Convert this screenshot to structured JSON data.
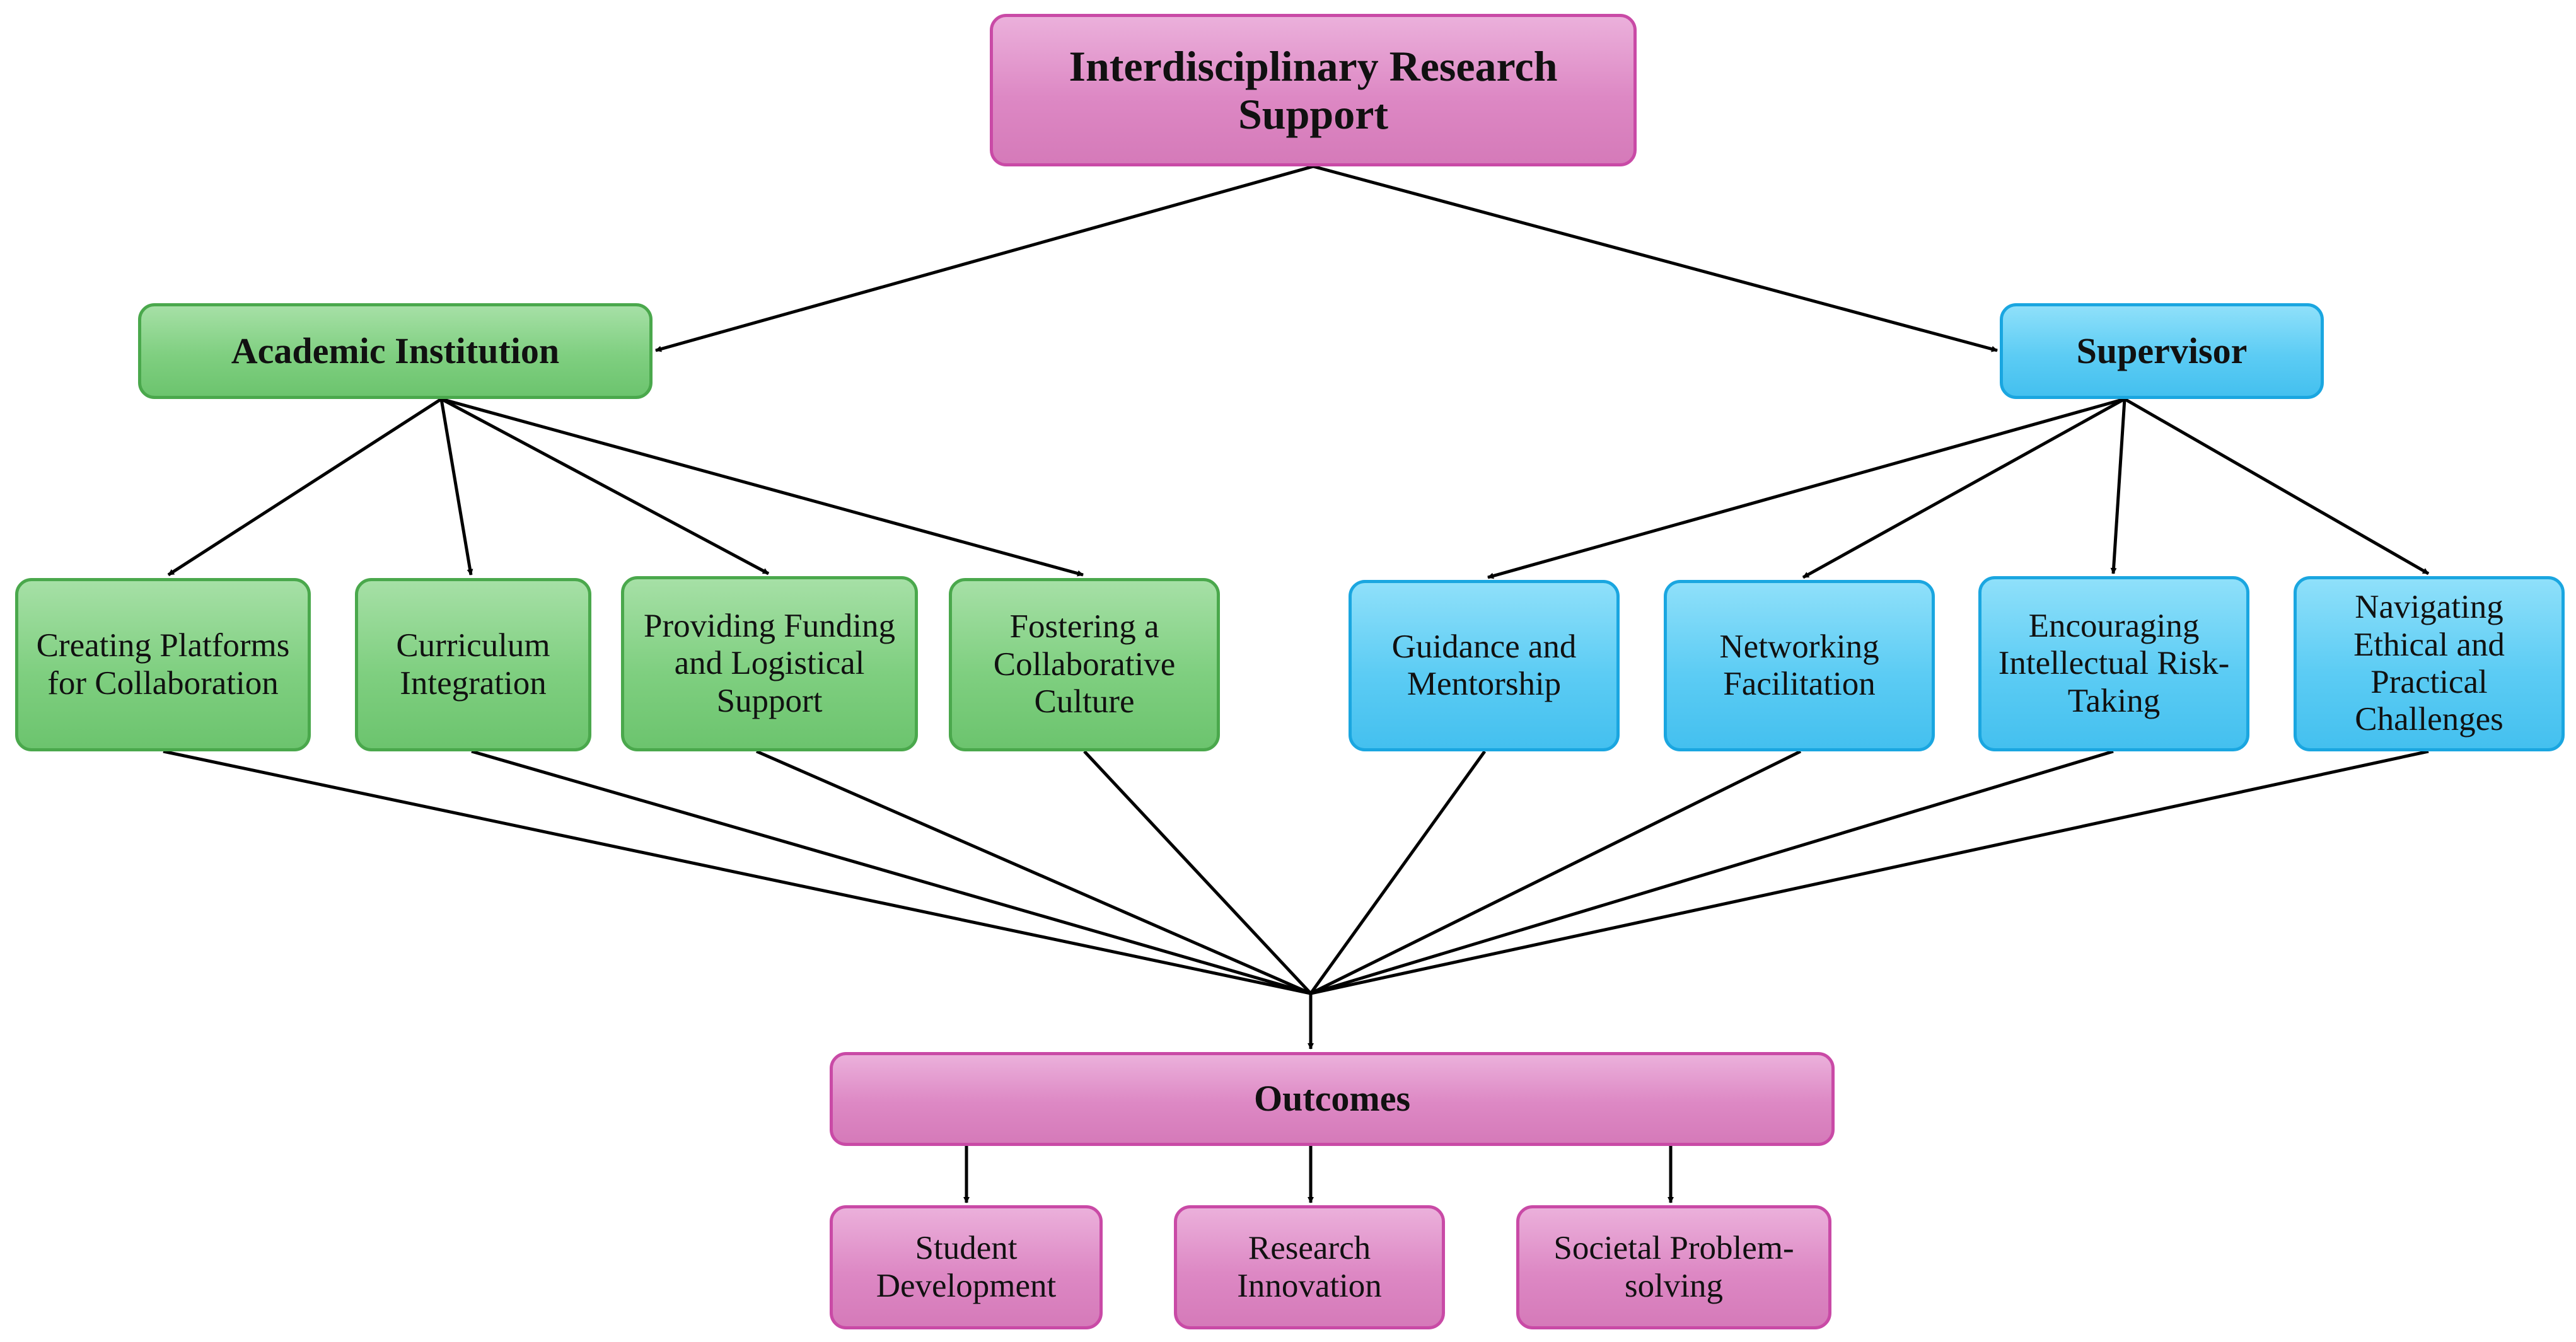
{
  "colors": {
    "pink_fill": "#dd88c4",
    "pink_border": "#c94aa6",
    "green_fill": "#7fcf80",
    "green_border": "#4aa84c",
    "blue_fill": "#5cccf4",
    "blue_border": "#1aa6e0",
    "connector": "#000000"
  },
  "root": {
    "label": "Interdisciplinary Research Support"
  },
  "academic": {
    "label": "Academic Institution",
    "items": [
      "Creating Platforms for Collaboration",
      "Curriculum Integration",
      "Providing Funding and Logistical Support",
      "Fostering a Collaborative Culture"
    ]
  },
  "supervisor": {
    "label": "Supervisor",
    "items": [
      "Guidance and Mentorship",
      "Networking Facilitation",
      "Encouraging Intellectual Risk-Taking",
      "Navigating Ethical and Practical Challenges"
    ]
  },
  "outcomes": {
    "label": "Outcomes",
    "items": [
      "Student Development",
      "Research Innovation",
      "Societal Problem-solving"
    ]
  }
}
